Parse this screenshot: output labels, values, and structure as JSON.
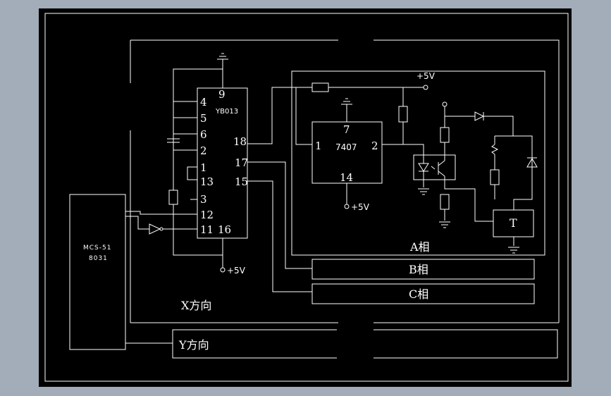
{
  "colors": {
    "background": "#a3acb9",
    "drawing_area": "#000000",
    "lines": "#ffffff"
  },
  "chips": {
    "yb013": {
      "name": "YB013",
      "pins": {
        "p9": "9",
        "p4": "4",
        "p5": "5",
        "p6": "6",
        "p2": "2",
        "p1": "1",
        "p13": "13",
        "p3": "3",
        "p12": "12",
        "p11": "11",
        "p16": "16",
        "p18": "18",
        "p17": "17",
        "p15": "15"
      }
    },
    "u7407": {
      "name": "7407",
      "pins": {
        "p7": "7",
        "p1": "1",
        "p2": "2",
        "p14": "14"
      }
    },
    "mcu": {
      "line1": "MCS-51",
      "line2": "8031"
    }
  },
  "labels": {
    "vcc_top": "+5V",
    "vcc_7407": "+5V",
    "vcc_yb013": "+5V",
    "phase_a": "A相",
    "phase_b": "B相",
    "phase_c": "C相",
    "x_direction": "X方向",
    "y_direction": "Y方向",
    "triac_block": "T"
  }
}
